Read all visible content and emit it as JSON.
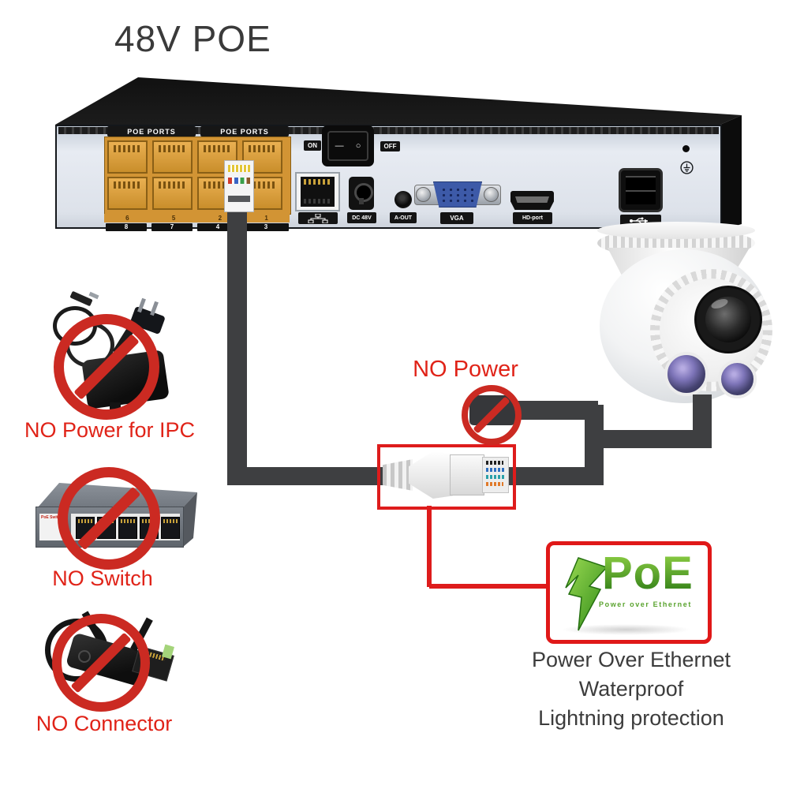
{
  "title": "48V POE",
  "nvr": {
    "poe_ports_label": "POE PORTS",
    "port_numbers_top": [
      "6",
      "5",
      "2",
      "1"
    ],
    "port_numbers_bottom": [
      "8",
      "7",
      "4",
      "3"
    ],
    "power_on_label": "ON",
    "power_off_label": "OFF",
    "rocker_dash": "—",
    "rocker_circle": "○",
    "dc_power_label": "DC 48V",
    "audio_out_label": "A-OUT",
    "vga_label": "VGA",
    "hdmi_label": "HD-port"
  },
  "callouts": {
    "no_power": "NO Power",
    "no_power_for_ipc": "NO Power for IPC",
    "no_switch": "NO Switch",
    "no_connector": "NO Connector"
  },
  "poe_badge": {
    "logo_text": "PoE",
    "subtitle": "Power over Ethernet"
  },
  "features": [
    "Power Over Ethernet",
    "Waterproof",
    "Lightning protection"
  ],
  "switch_device_label": "PoE Switch",
  "colors": {
    "alert_red": "#e02318",
    "cable_gray": "#3e3f41",
    "poe_green": "#4f9d23",
    "port_orange": "#d29434"
  }
}
